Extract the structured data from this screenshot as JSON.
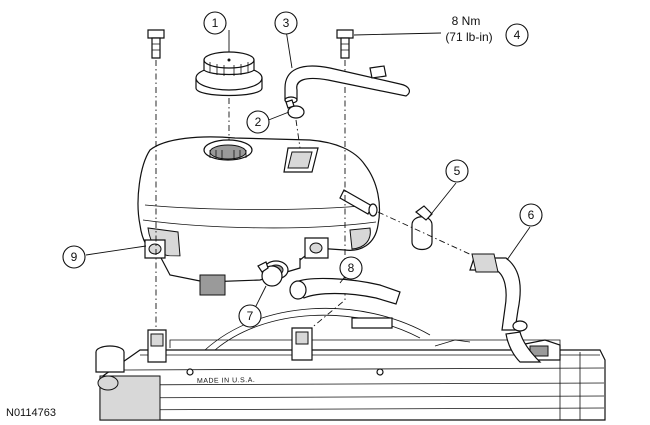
{
  "callouts": [
    {
      "id": "1",
      "label": "1"
    },
    {
      "id": "2",
      "label": "2"
    },
    {
      "id": "3",
      "label": "3"
    },
    {
      "id": "4",
      "label": "4"
    },
    {
      "id": "5",
      "label": "5"
    },
    {
      "id": "6",
      "label": "6"
    },
    {
      "id": "7",
      "label": "7"
    },
    {
      "id": "8",
      "label": "8"
    },
    {
      "id": "9",
      "label": "9"
    }
  ],
  "torque_spec": {
    "line1": "8 Nm",
    "line2": "(71 lb-in)"
  },
  "radiator_marking": "MADE IN U.S.A.",
  "figure_id": "N0114763"
}
